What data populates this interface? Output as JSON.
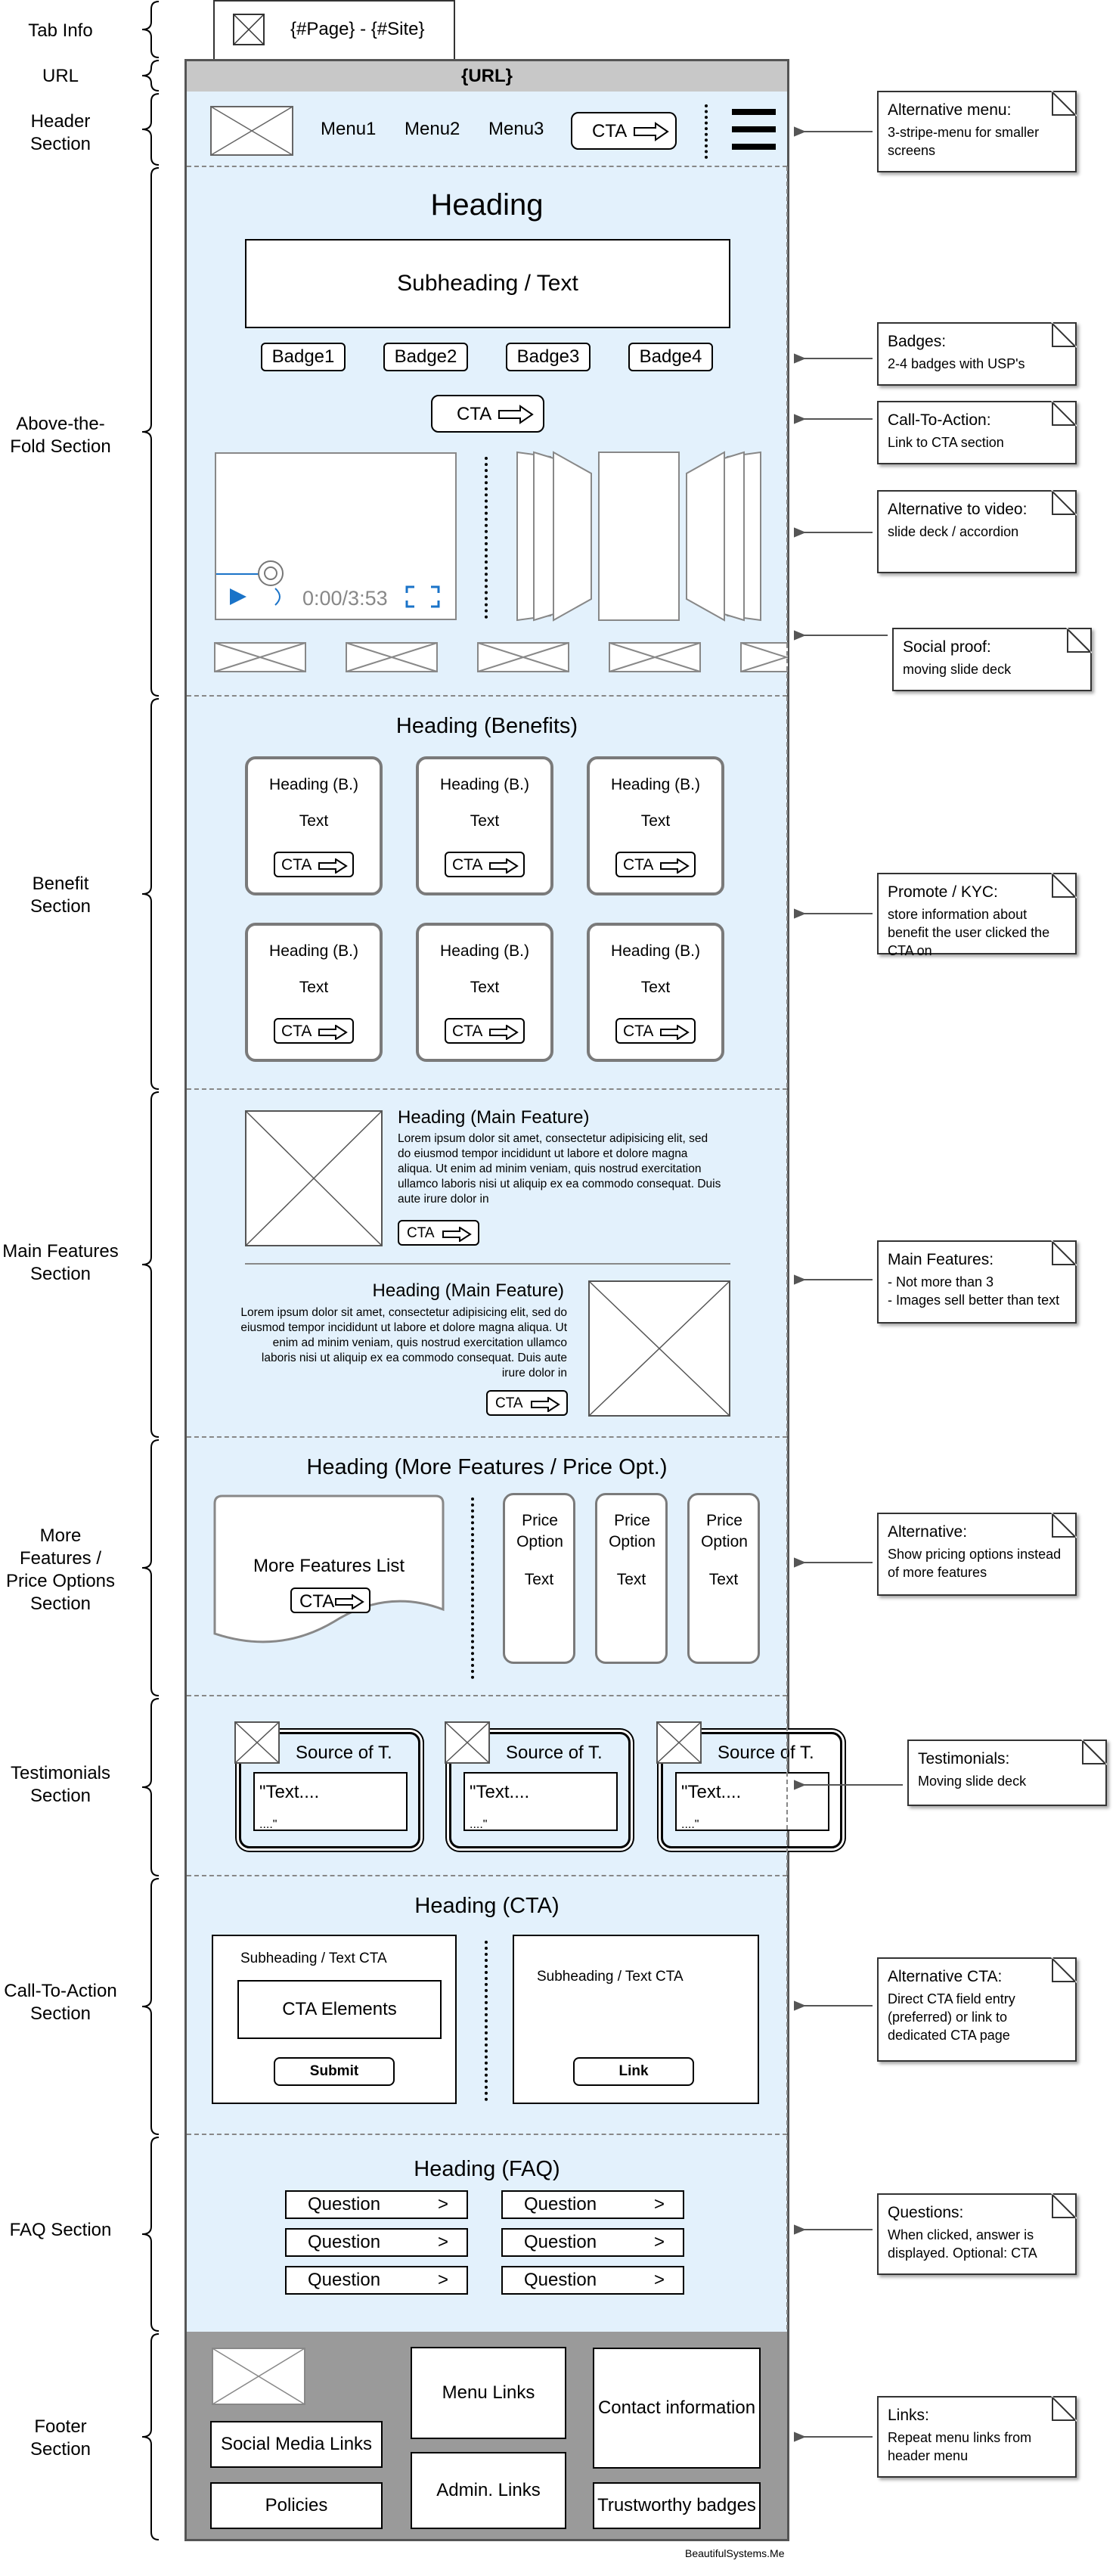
{
  "side_labels": [
    "Tab Info",
    "URL",
    "Header\nSection",
    "Above-the-\nFold Section",
    "Benefit\nSection",
    "Main Features\nSection",
    "More\nFeatures /\nPrice Options\nSection",
    "Testimonials\nSection",
    "Call-To-Action\nSection",
    "FAQ Section",
    "Footer\nSection"
  ],
  "tab": {
    "title": "{#Page} - {#Site}"
  },
  "url": "{URL}",
  "header": {
    "menu": [
      "Menu1",
      "Menu2",
      "Menu3"
    ],
    "cta": "CTA"
  },
  "hero": {
    "heading": "Heading",
    "subheading": "Subheading / Text",
    "badges": [
      "Badge1",
      "Badge2",
      "Badge3",
      "Badge4"
    ],
    "cta": "CTA",
    "video_time": "0:00/3:53"
  },
  "benefits": {
    "heading": "Heading (Benefits)",
    "card_heading": "Heading (B.)",
    "card_text": "Text",
    "card_cta": "CTA"
  },
  "main_features": {
    "heading": "Heading (Main Feature)",
    "text": "Lorem ipsum dolor sit amet, consectetur adipisicing elit, sed do eiusmod tempor incididunt ut labore et dolore magna aliqua. Ut enim ad minim veniam, quis nostrud exercitation ullamco laboris nisi ut aliquip ex ea commodo consequat. Duis aute irure dolor in",
    "cta": "CTA"
  },
  "more": {
    "heading": "Heading (More Features / Price Opt.)",
    "list": "More Features List",
    "cta": "CTA",
    "price_option": "Price Option",
    "price_text": "Text"
  },
  "testimonials": {
    "source": "Source of T.",
    "text": "\"Text....",
    "text_end": "....\""
  },
  "cta_section": {
    "heading": "Heading (CTA)",
    "sub": "Subheading  / Text CTA",
    "elements": "CTA Elements",
    "submit": "Submit",
    "link": "Link"
  },
  "faq": {
    "heading": "Heading (FAQ)",
    "question": "Question",
    "arrow": ">"
  },
  "footer": {
    "menu_links": "Menu Links",
    "contact": "Contact information",
    "social": "Social Media Links",
    "admin": "Admin. Links",
    "policies": "Policies",
    "trust": "Trustworthy badges"
  },
  "notes": [
    {
      "title": "Alternative menu:",
      "body": "3-stripe-menu for smaller screens"
    },
    {
      "title": "Badges:",
      "body": "2-4 badges with USP's"
    },
    {
      "title": "Call-To-Action:",
      "body": "Link to CTA section"
    },
    {
      "title": "Alternative to video:",
      "body": "slide deck / accordion"
    },
    {
      "title": "Social proof:",
      "body": "moving slide deck"
    },
    {
      "title": "Promote / KYC:",
      "body": "store information about benefit the user clicked the CTA on"
    },
    {
      "title": "Main Features:",
      "body": "- Not more than 3\n- Images sell better than text"
    },
    {
      "title": "Alternative:",
      "body": "Show pricing options instead of more features"
    },
    {
      "title": "Testimonials:",
      "body": "Moving slide deck"
    },
    {
      "title": "Alternative CTA:",
      "body": "Direct CTA field entry (preferred) or link to dedicated CTA page"
    },
    {
      "title": "Questions:",
      "body": "When clicked, answer is displayed. Optional: CTA"
    },
    {
      "title": "Links:",
      "body": "Repeat menu links from header menu"
    }
  ],
  "credit": "BeautifulSystems.Me"
}
